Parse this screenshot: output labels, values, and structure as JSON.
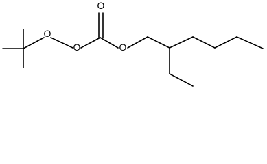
{
  "molecule": {
    "atoms": [
      {
        "id": "o_carbonyl",
        "label": "O"
      },
      {
        "id": "o_peroxy1",
        "label": "O"
      },
      {
        "id": "o_peroxy2",
        "label": "O"
      },
      {
        "id": "o_ester",
        "label": "O"
      }
    ],
    "colors": {
      "line": "#000000",
      "background": "#ffffff"
    }
  }
}
